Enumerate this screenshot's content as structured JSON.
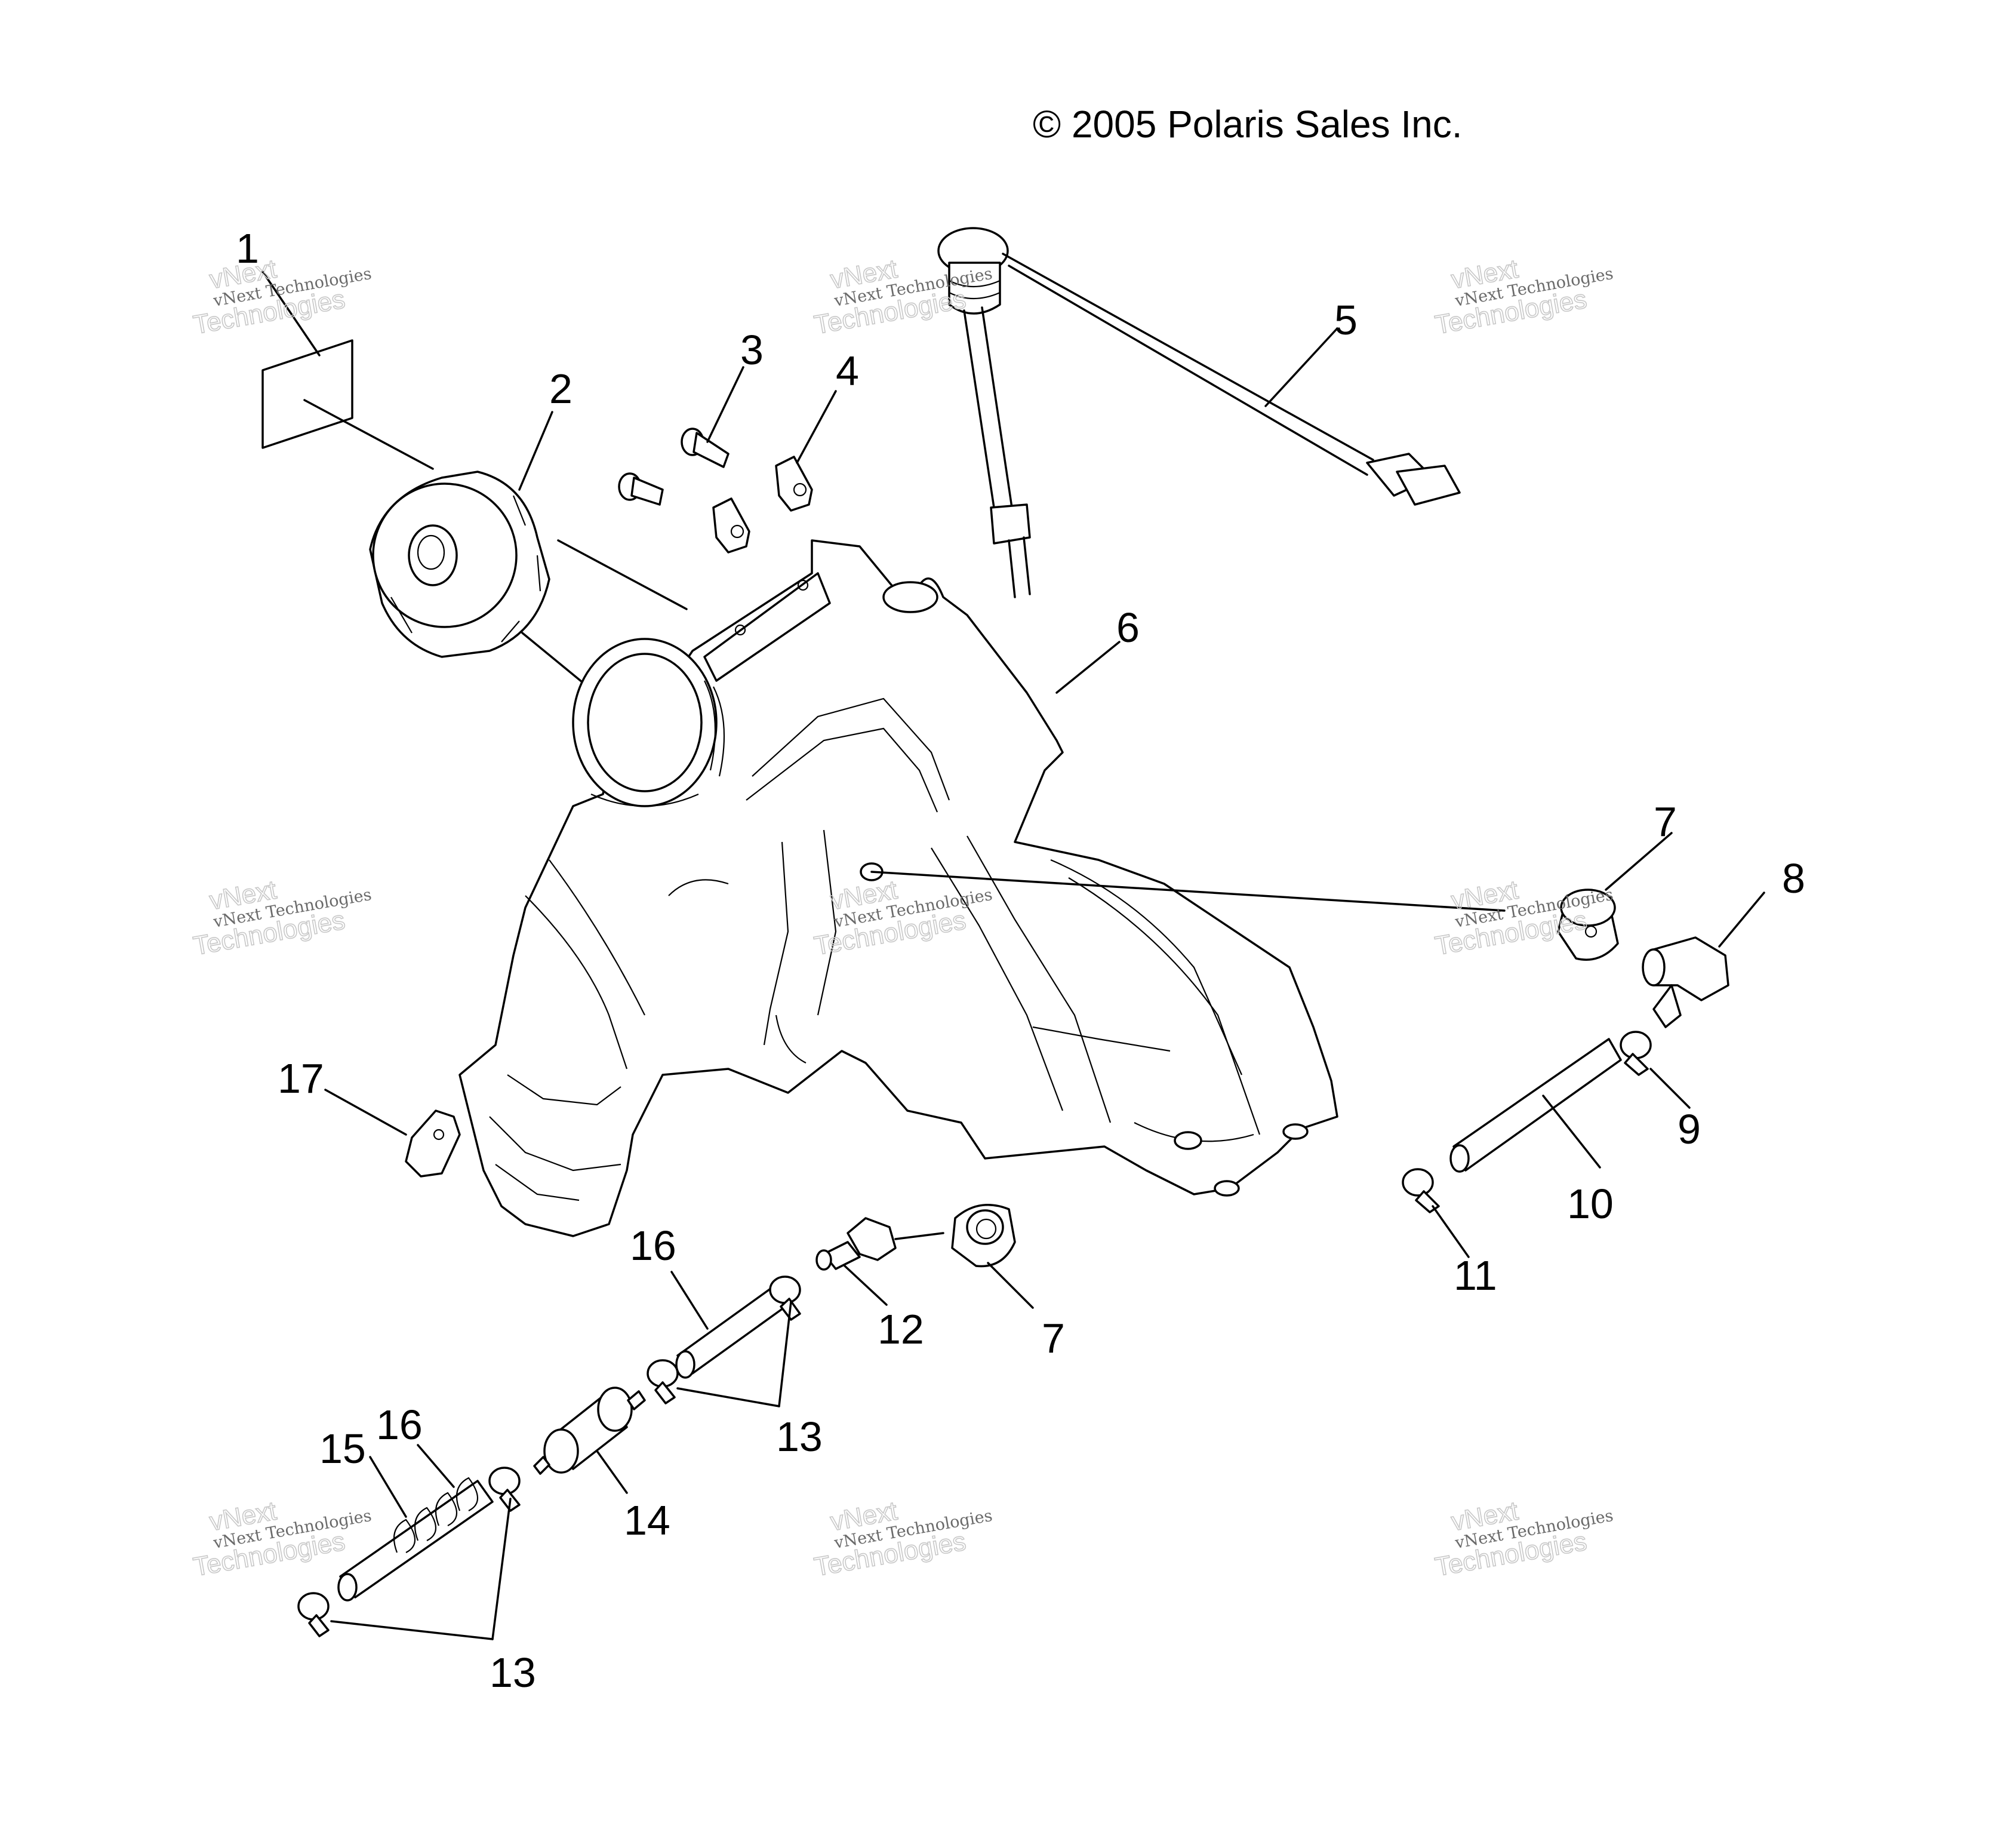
{
  "copyright": "© 2005 Polaris Sales Inc.",
  "watermark": {
    "line1": "vNext",
    "line2": "vNext Technologies",
    "line3": "Technologies"
  },
  "callouts": {
    "c1": "1",
    "c2": "2",
    "c3": "3",
    "c4": "4",
    "c5": "5",
    "c6": "6",
    "c7a": "7",
    "c7b": "7",
    "c8": "8",
    "c9": "9",
    "c10": "10",
    "c11": "11",
    "c12": "12",
    "c13a": "13",
    "c13b": "13",
    "c14": "14",
    "c15": "15",
    "c16a": "16",
    "c16b": "16",
    "c17": "17"
  }
}
